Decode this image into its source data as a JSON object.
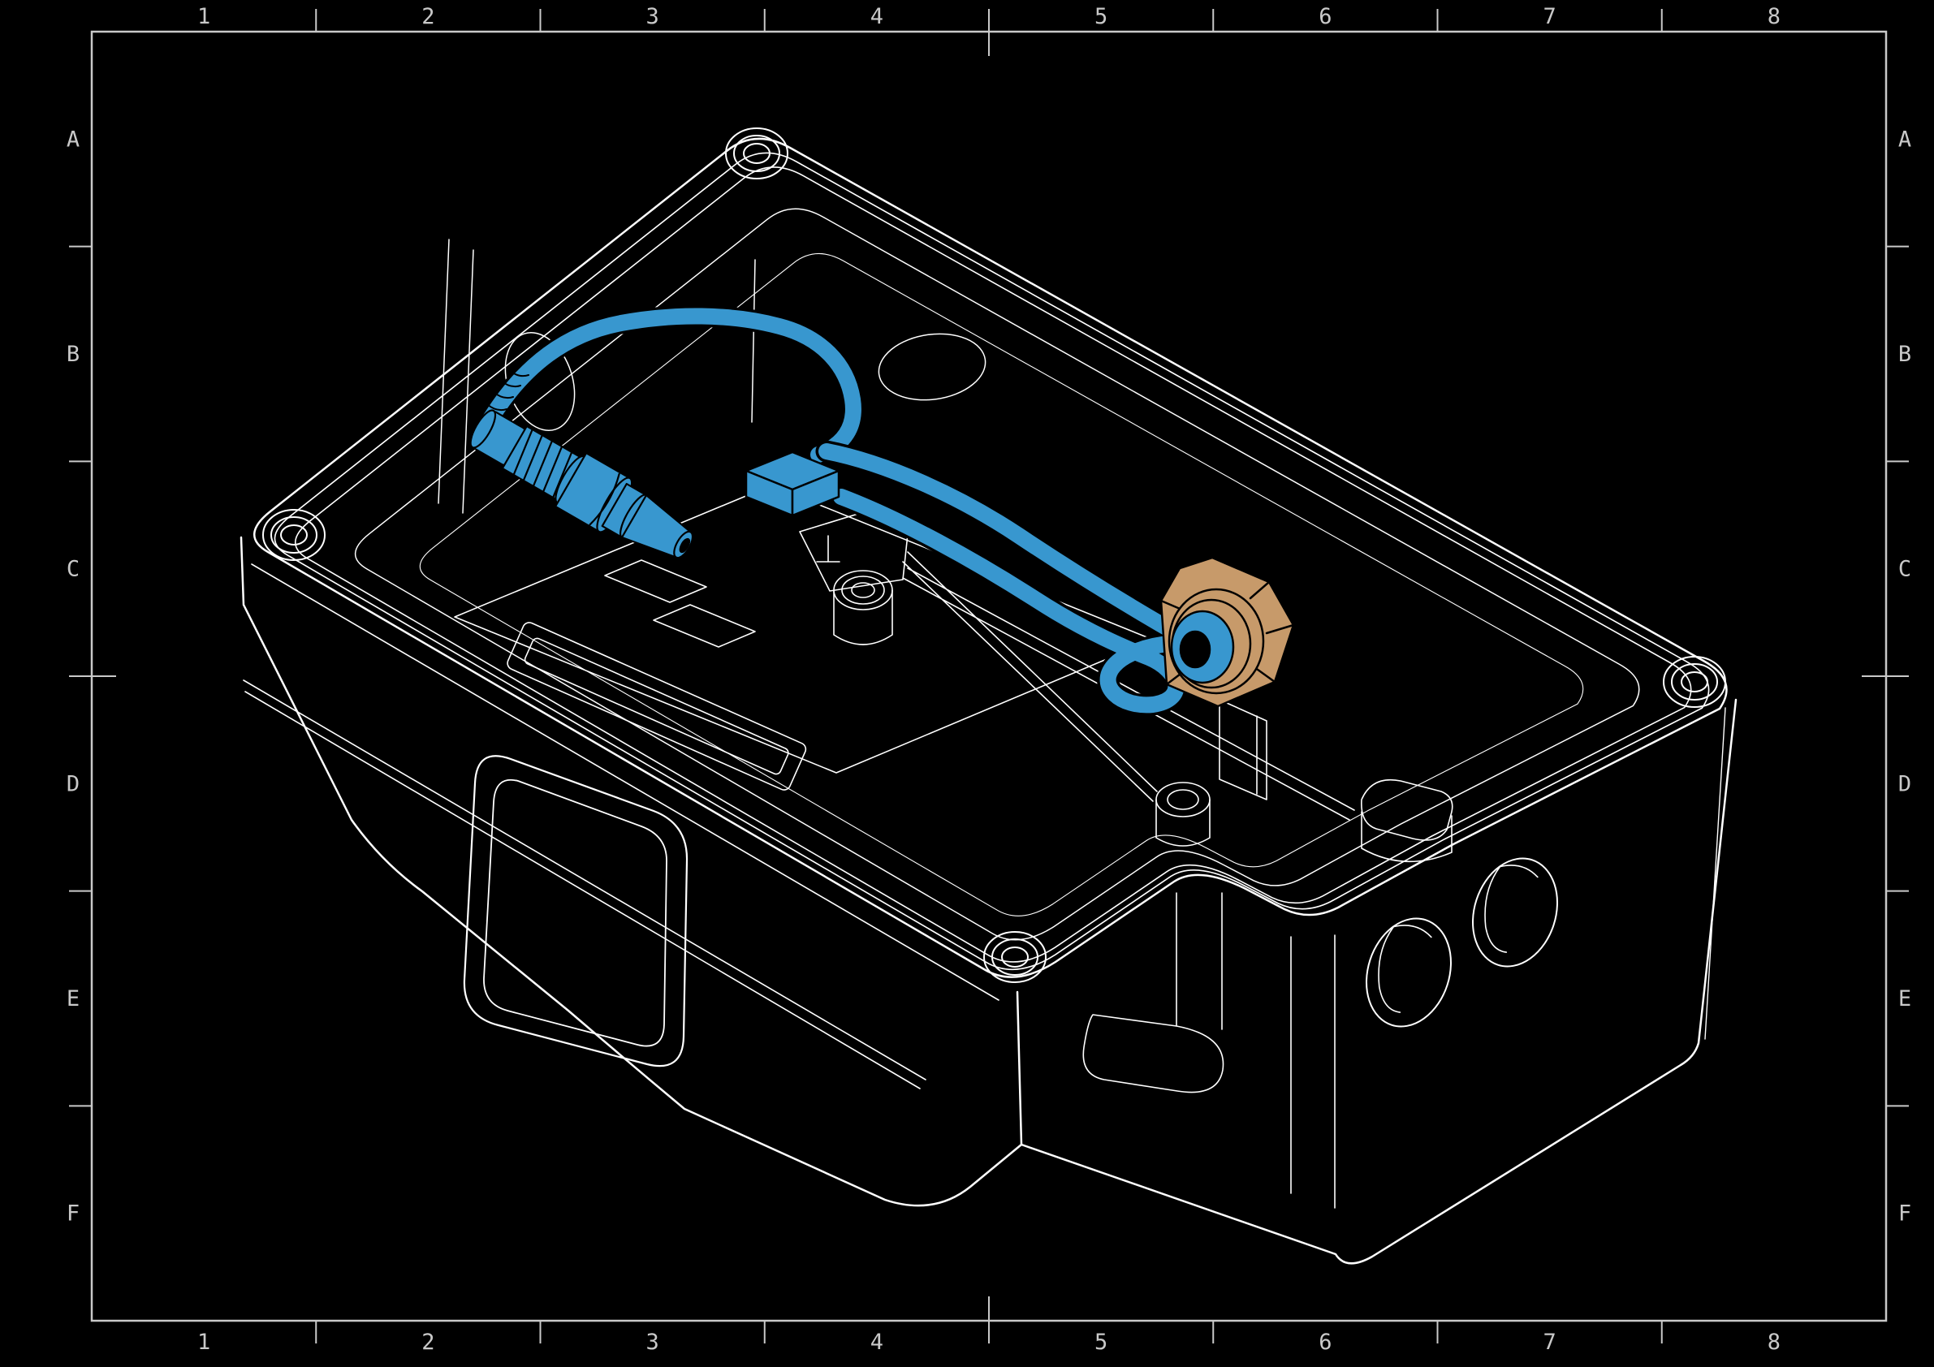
{
  "sheet": {
    "background": "#000000",
    "frame_color": "#c9c9c9",
    "tick_color": "#c9c9c9",
    "label_color": "#c9c9c9",
    "column_labels": [
      "1",
      "2",
      "3",
      "4",
      "5",
      "6",
      "7",
      "8"
    ],
    "row_labels": [
      "A",
      "B",
      "C",
      "D",
      "E",
      "F"
    ]
  },
  "drawing": {
    "stroke_color": "#ffffff",
    "highlight_color": "#3897cf",
    "brass_color": "#c79a6a",
    "parts": {
      "enclosure": "enclosure-base",
      "cable_assembly": "highlighted-cable-assembly",
      "sensor_connector": "threaded-connector",
      "inline_connector": "connector-block",
      "cable_gland_nut": "brass-gland-nut"
    }
  }
}
